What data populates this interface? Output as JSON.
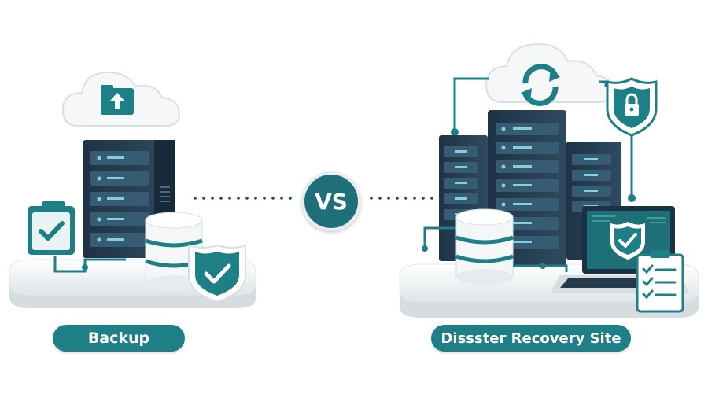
{
  "comparison": {
    "left_label": "Backup",
    "center_label": "VS",
    "right_label": "Dissster Recovery Site"
  },
  "colors": {
    "teal": "#1f7f86",
    "dark_teal": "#1f6f78",
    "navy": "#243a4d",
    "platform": "#eef1f3"
  },
  "icons": {
    "left": [
      "cloud-upload-folder-icon",
      "server-rack-icon",
      "database-icon",
      "shield-check-icon",
      "folder-check-icon"
    ],
    "right": [
      "cloud-sync-icon",
      "server-rack-icon",
      "database-icon",
      "shield-lock-icon",
      "laptop-shield-icon",
      "checklist-clipboard-icon"
    ]
  }
}
